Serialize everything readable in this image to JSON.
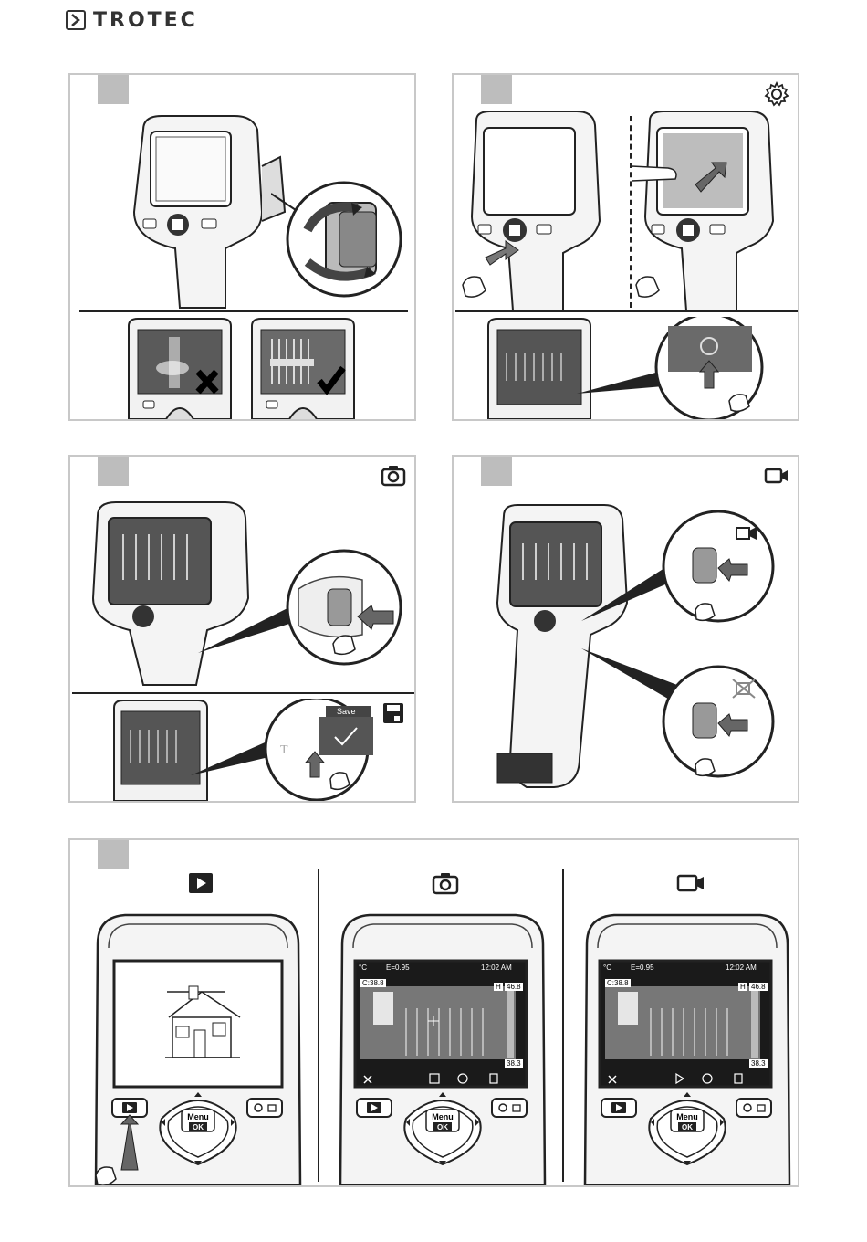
{
  "brand": {
    "name": "TROTEC"
  },
  "panels": {
    "p1": {
      "step": ""
    },
    "p2": {
      "step": "",
      "icon": "gear-icon"
    },
    "p3": {
      "step": "",
      "icon": "camera-icon",
      "bottom_icon": "floppy-disk-icon",
      "save_label": "Save"
    },
    "p4": {
      "step": "",
      "icon": "video-camera-icon"
    },
    "p5": {
      "step": "",
      "columns": [
        {
          "icon": "play-icon"
        },
        {
          "icon": "camera-icon"
        },
        {
          "icon": "video-camera-icon"
        }
      ]
    }
  },
  "device": {
    "menu_label": "Menu",
    "ok_label": "OK",
    "status_time": "12:02 AM",
    "center_temp": "C:38.8",
    "high_label": "H",
    "high_value": "46.8",
    "low_value": "38.3",
    "unit": "°C",
    "emissivity": "E=0.95"
  }
}
